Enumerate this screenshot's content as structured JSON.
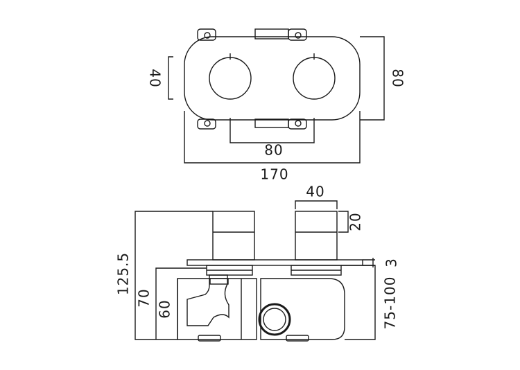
{
  "top_view": {
    "dims": {
      "knob_diameter": "40",
      "plate_height": "80",
      "knob_spacing": "80",
      "plate_width": "170"
    }
  },
  "side_view": {
    "dims": {
      "knob_width": "40",
      "knob_depth": "20",
      "overall_depth": "125.5",
      "body_depth_70": "70",
      "body_depth_60": "60",
      "plate_thickness": "3",
      "install_range": "75-100"
    }
  }
}
